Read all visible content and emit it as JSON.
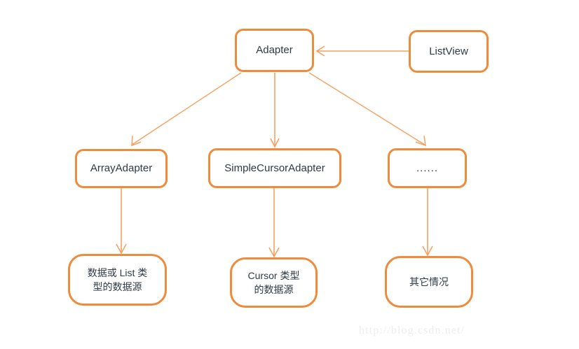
{
  "diagram": {
    "title": "Android Adapter hierarchy diagram",
    "accent_color": "#ef8b3c",
    "text_color": "#2f3a45",
    "background_color": "#ffffff",
    "nodes": {
      "adapter": "Adapter",
      "listview": "ListView",
      "array_adapter": "ArrayAdapter",
      "simple_cursor_adapter": "SimpleCursorAdapter",
      "ellipsis": "......",
      "array_source": "数据或 List 类\n型的数据源",
      "cursor_source": "Cursor 类型\n的数据源",
      "other_source": "其它情况"
    },
    "edges": [
      {
        "from": "listview",
        "to": "adapter",
        "style": "arrow-left"
      },
      {
        "from": "adapter",
        "to": "array_adapter",
        "style": "arrow-diagonal-left"
      },
      {
        "from": "adapter",
        "to": "simple_cursor_adapter",
        "style": "arrow-down"
      },
      {
        "from": "adapter",
        "to": "ellipsis",
        "style": "arrow-diagonal-right"
      },
      {
        "from": "array_adapter",
        "to": "array_source",
        "style": "arrow-down"
      },
      {
        "from": "simple_cursor_adapter",
        "to": "cursor_source",
        "style": "arrow-down"
      },
      {
        "from": "ellipsis",
        "to": "other_source",
        "style": "arrow-down"
      }
    ]
  },
  "watermark": {
    "text": "http://blog.csdn.net/",
    "color": "#ededed"
  }
}
